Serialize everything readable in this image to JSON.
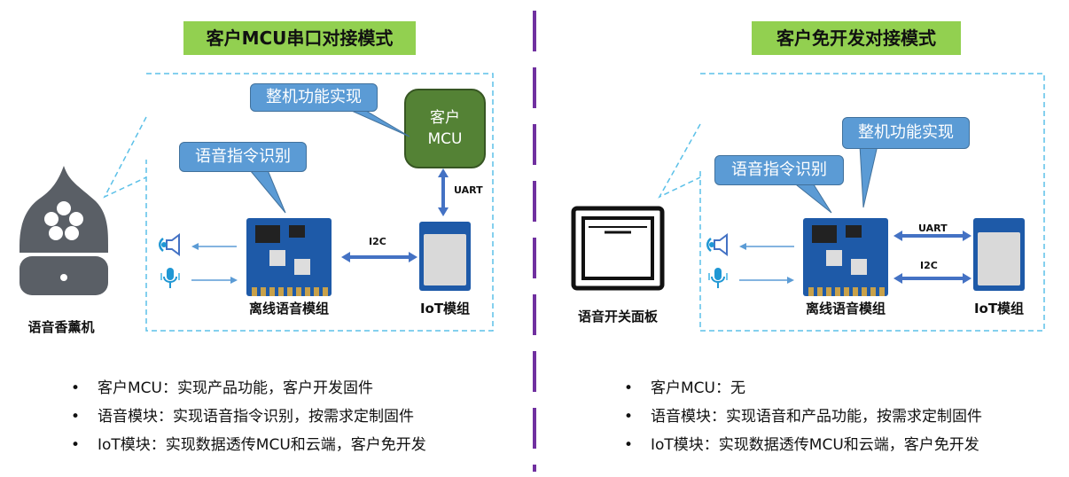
{
  "left": {
    "title": "客户MCU串口对接模式",
    "callout_function": "整机功能实现",
    "callout_voice": "语音指令识别",
    "mcu_box": [
      "客户",
      "MCU"
    ],
    "uart_label": "UART",
    "i2c_label": "I2C",
    "offline_module_label": "离线语音模组",
    "iot_module_label": "IoT模组",
    "device_label": "语音香薰机",
    "bullets": [
      "客户MCU：实现产品功能，客户开发固件",
      "语音模块：实现语音指令识别，按需求定制固件",
      "IoT模块：实现数据透传MCU和云端，客户免开发"
    ]
  },
  "right": {
    "title": "客户免开发对接模式",
    "callout_function": "整机功能实现",
    "callout_voice": "语音指令识别",
    "uart_label": "UART",
    "i2c_label": "I2C",
    "offline_module_label": "离线语音模组",
    "iot_module_label": "IoT模组",
    "device_label": "语音开关面板",
    "bullets": [
      "客户MCU：无",
      "语音模块：实现语音和产品功能，按需求定制固件",
      "IoT模块：实现数据透传MCU和云端，客户免开发"
    ]
  },
  "bullet_glyph": "•",
  "colors": {
    "title_bg": "#92d050",
    "callout_bg": "#5b9bd5",
    "mcu_bg": "#548235",
    "divider": "#7030a0",
    "dashed_border": "#5bc0e8",
    "arrow": "#4472c4"
  }
}
